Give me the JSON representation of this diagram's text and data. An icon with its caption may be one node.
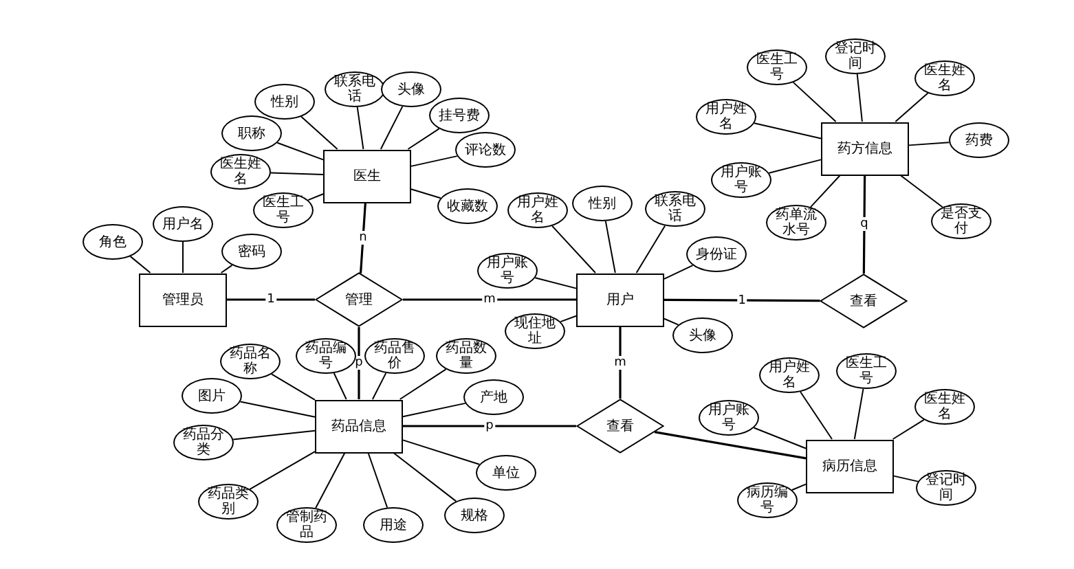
{
  "diagram": {
    "nodes": [
      {
        "text": [
          "医生"
        ]
      },
      {
        "text": [
          "性别"
        ]
      },
      {
        "text": [
          "职称"
        ]
      },
      {
        "text": [
          "医生姓名"
        ]
      },
      {
        "text": [
          "医生工号"
        ]
      },
      {
        "text": [
          "联系电话"
        ]
      },
      {
        "text": [
          "头像"
        ]
      },
      {
        "text": [
          "挂号费"
        ]
      },
      {
        "text": [
          "评论数"
        ]
      },
      {
        "text": [
          "收藏数"
        ]
      },
      {
        "text": [
          "管理员"
        ]
      },
      {
        "text": [
          "角色"
        ]
      },
      {
        "text": [
          "用户名"
        ]
      },
      {
        "text": [
          "密码"
        ]
      },
      {
        "text": [
          "管理"
        ]
      },
      {
        "text": [
          "用户"
        ]
      },
      {
        "text": [
          "用户姓名"
        ]
      },
      {
        "text": [
          "性别"
        ]
      },
      {
        "text": [
          "联系电话"
        ]
      },
      {
        "text": [
          "身份证"
        ]
      },
      {
        "text": [
          "用户账号"
        ]
      },
      {
        "text": [
          "现住地址"
        ]
      },
      {
        "text": [
          "头像"
        ]
      },
      {
        "text": [
          "查看"
        ]
      },
      {
        "text": [
          "药方信息"
        ]
      },
      {
        "text": [
          "医生工号"
        ]
      },
      {
        "text": [
          "登记时间"
        ]
      },
      {
        "text": [
          "医生姓名"
        ]
      },
      {
        "text": [
          "用户姓名"
        ]
      },
      {
        "text": [
          "用户账号"
        ]
      },
      {
        "text": [
          "药费"
        ]
      },
      {
        "text": [
          "药单流水号"
        ]
      },
      {
        "text": [
          "是否支付"
        ]
      },
      {
        "text": [
          "药品信息"
        ]
      },
      {
        "text": [
          "药品名称"
        ]
      },
      {
        "text": [
          "药品编号"
        ]
      },
      {
        "text": [
          "药品售价"
        ]
      },
      {
        "text": [
          "药品数量"
        ]
      },
      {
        "text": [
          "图片"
        ]
      },
      {
        "text": [
          "产地"
        ]
      },
      {
        "text": [
          "药品分类"
        ]
      },
      {
        "text": [
          "单位"
        ]
      },
      {
        "text": [
          "药品类别"
        ]
      },
      {
        "text": [
          "管制药品"
        ]
      },
      {
        "text": [
          "用途"
        ]
      },
      {
        "text": [
          "规格"
        ]
      },
      {
        "text": [
          "查看"
        ]
      },
      {
        "text": [
          "病历信息"
        ]
      },
      {
        "text": [
          "用户姓名"
        ]
      },
      {
        "text": [
          "医生工号"
        ]
      },
      {
        "text": [
          "医生姓名"
        ]
      },
      {
        "text": [
          "用户账号"
        ]
      },
      {
        "text": [
          "病历编号"
        ]
      },
      {
        "text": [
          "登记时间"
        ]
      }
    ],
    "edges": [
      {
        "from": 0,
        "to": 1,
        "arrow": "none"
      },
      {
        "from": 0,
        "to": 2,
        "arrow": "none"
      },
      {
        "from": 0,
        "to": 3,
        "arrow": "none"
      },
      {
        "from": 0,
        "to": 4,
        "arrow": "none"
      },
      {
        "from": 0,
        "to": 5,
        "arrow": "none"
      },
      {
        "from": 0,
        "to": 6,
        "arrow": "none"
      },
      {
        "from": 0,
        "to": 7,
        "arrow": "none"
      },
      {
        "from": 0,
        "to": 8,
        "arrow": "none"
      },
      {
        "from": 0,
        "to": 9,
        "arrow": "none"
      },
      {
        "from": 10,
        "to": 11,
        "arrow": "none"
      },
      {
        "from": 10,
        "to": 12,
        "arrow": "none"
      },
      {
        "from": 10,
        "to": 13,
        "arrow": "none"
      },
      {
        "from": 10,
        "to": 14,
        "arrow": "none",
        "label": "1"
      },
      {
        "from": 0,
        "to": 14,
        "arrow": "none",
        "label": "n"
      },
      {
        "from": 14,
        "to": 15,
        "arrow": "none",
        "label": "m"
      },
      {
        "from": 14,
        "to": 33,
        "arrow": "none",
        "label": "p"
      },
      {
        "from": 15,
        "to": 16,
        "arrow": "none"
      },
      {
        "from": 15,
        "to": 17,
        "arrow": "none"
      },
      {
        "from": 15,
        "to": 18,
        "arrow": "none"
      },
      {
        "from": 15,
        "to": 19,
        "arrow": "none"
      },
      {
        "from": 15,
        "to": 20,
        "arrow": "none"
      },
      {
        "from": 15,
        "to": 21,
        "arrow": "none"
      },
      {
        "from": 15,
        "to": 22,
        "arrow": "none"
      },
      {
        "from": 15,
        "to": 23,
        "arrow": "none",
        "label": "1"
      },
      {
        "from": 24,
        "to": 23,
        "arrow": "none",
        "label": "q"
      },
      {
        "from": 24,
        "to": 25,
        "arrow": "none"
      },
      {
        "from": 24,
        "to": 26,
        "arrow": "none"
      },
      {
        "from": 24,
        "to": 27,
        "arrow": "none"
      },
      {
        "from": 24,
        "to": 28,
        "arrow": "none"
      },
      {
        "from": 24,
        "to": 29,
        "arrow": "none"
      },
      {
        "from": 24,
        "to": 30,
        "arrow": "none"
      },
      {
        "from": 24,
        "to": 31,
        "arrow": "none"
      },
      {
        "from": 24,
        "to": 32,
        "arrow": "none"
      },
      {
        "from": 33,
        "to": 34,
        "arrow": "none"
      },
      {
        "from": 33,
        "to": 35,
        "arrow": "none"
      },
      {
        "from": 33,
        "to": 36,
        "arrow": "none"
      },
      {
        "from": 33,
        "to": 37,
        "arrow": "none"
      },
      {
        "from": 33,
        "to": 38,
        "arrow": "none"
      },
      {
        "from": 33,
        "to": 39,
        "arrow": "none"
      },
      {
        "from": 33,
        "to": 40,
        "arrow": "none"
      },
      {
        "from": 33,
        "to": 41,
        "arrow": "none"
      },
      {
        "from": 33,
        "to": 42,
        "arrow": "none"
      },
      {
        "from": 33,
        "to": 43,
        "arrow": "none"
      },
      {
        "from": 33,
        "to": 44,
        "arrow": "none"
      },
      {
        "from": 33,
        "to": 45,
        "arrow": "none"
      },
      {
        "from": 15,
        "to": 46,
        "arrow": "none",
        "label": "m"
      },
      {
        "from": 33,
        "to": 46,
        "arrow": "none",
        "label": "p"
      },
      {
        "from": 46,
        "to": 47,
        "arrow": "none"
      },
      {
        "from": 47,
        "to": 48,
        "arrow": "none"
      },
      {
        "from": 47,
        "to": 49,
        "arrow": "none"
      },
      {
        "from": 47,
        "to": 50,
        "arrow": "none"
      },
      {
        "from": 47,
        "to": 51,
        "arrow": "none"
      },
      {
        "from": 47,
        "to": 52,
        "arrow": "none"
      },
      {
        "from": 47,
        "to": 53,
        "arrow": "none"
      }
    ]
  }
}
